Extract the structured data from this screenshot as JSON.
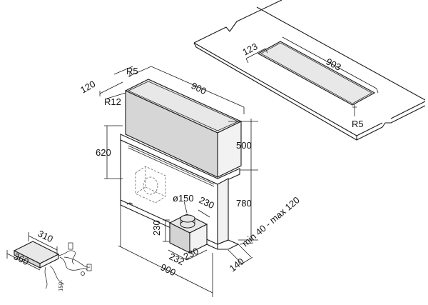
{
  "dimensions": {
    "hood_depth": "120",
    "hood_radius": "R5",
    "glass_radius": "R12",
    "hood_width_top": "900",
    "hood_height_upper": "500",
    "hood_height_lower": "780",
    "hood_total_width": "900",
    "side_depth": "140",
    "front_height": "620",
    "motor_diameter": "ø150",
    "motor_height": "230",
    "motor_depth": "230",
    "motor_width_a": "232",
    "motor_width_b": "230",
    "worktop_range": "min 40 - max 120",
    "cutout_width": "123",
    "cutout_length": "903",
    "cutout_radius": "R5",
    "control_width": "310",
    "control_length": "360",
    "cable_length": "150"
  }
}
